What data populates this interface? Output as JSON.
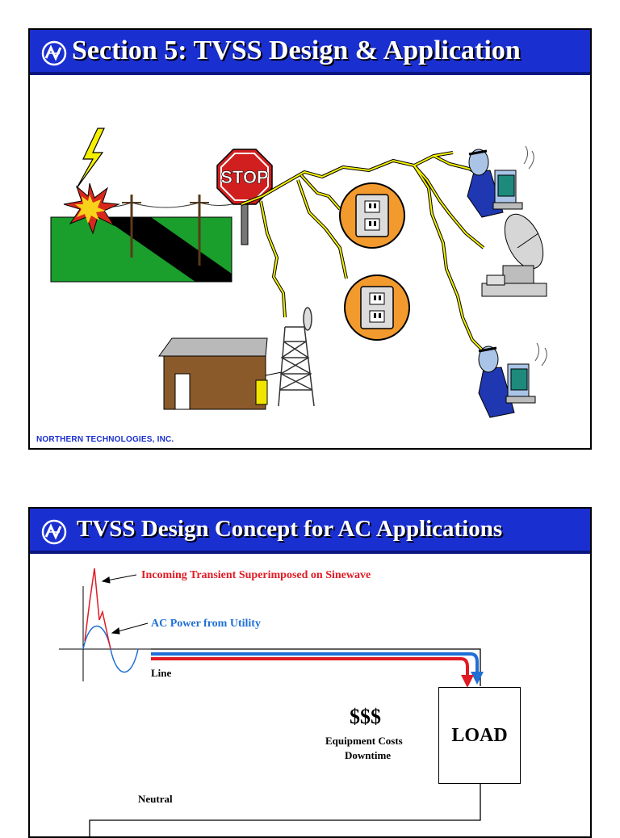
{
  "slide1": {
    "title": "Section 5: TVSS Design & Application",
    "stop_sign_text": "STOP",
    "footer": "NORTHERN TECHNOLOGIES, INC."
  },
  "slide2": {
    "title": "TVSS Design Concept for AC Applications",
    "transient_label": "Incoming Transient Superimposed on Sinewave",
    "ac_power_label": "AC Power from Utility",
    "line_label": "Line",
    "money_label": "$$$",
    "costs_label": "Equipment Costs",
    "downtime_label": "Downtime",
    "load_label": "LOAD",
    "neutral_label": "Neutral"
  },
  "colors": {
    "title_bar": "#1a2fd0",
    "transient": "#e01b24",
    "ac_power": "#1f6fd6",
    "lightning": "#f5f000",
    "outlet_disc": "#f29a2e"
  }
}
